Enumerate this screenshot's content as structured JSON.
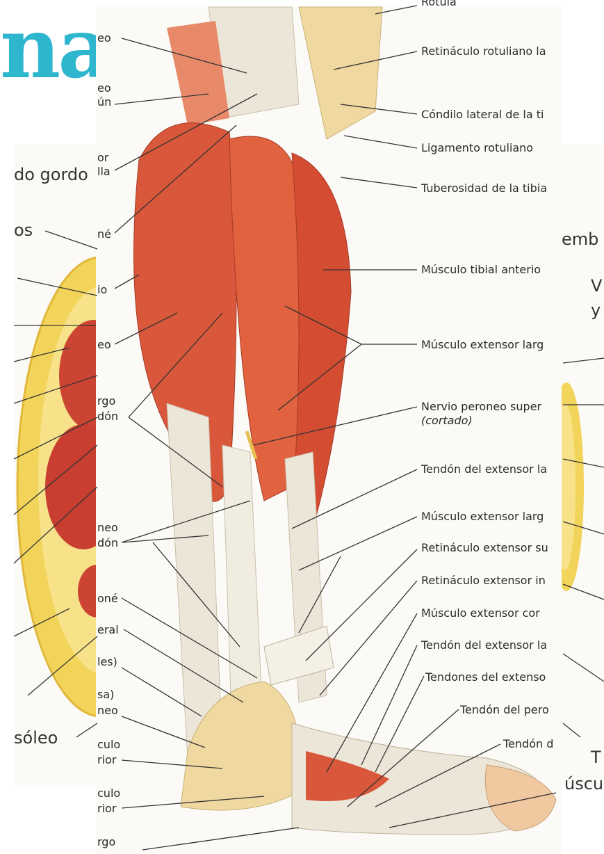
{
  "title_fragment": "na",
  "left_panel": {
    "labels": [
      "do gordo",
      "os",
      "sóleo"
    ]
  },
  "right_panel": {
    "labels": [
      "emb",
      "V",
      "y",
      "T",
      "úscu"
    ]
  },
  "main_left_labels": [
    "eo",
    "eo",
    "ún",
    "or",
    "lla",
    "né",
    "io",
    "eo",
    "rgo",
    "dón",
    "neo",
    "dón",
    "oné",
    "eral",
    "les)",
    "sa)",
    "neo",
    "culo",
    "rior",
    "culo",
    "rior",
    "rgo"
  ],
  "main_right_labels": [
    "Rotula",
    "Retináculo rotuliano la",
    "Cóndilo lateral de la ti",
    "Ligamento rotuliano",
    "Tuberosidad de la tibia",
    "Músculo tibial anterio",
    "Músculo extensor larg",
    "Nervio peroneo super",
    "(cortado)",
    "Tendón del extensor la",
    "Músculo extensor larg",
    "Retináculo extensor su",
    "Retináculo extensor in",
    "Músculo extensor cor",
    "Tendón del extensor la",
    "Tendones del extenso",
    "Tendón del pero",
    "Tendón d"
  ],
  "colors": {
    "muscle": "#d9573a",
    "tendon": "#ece6d8",
    "fat": "#f3d45a",
    "title": "#2fb6cf"
  }
}
